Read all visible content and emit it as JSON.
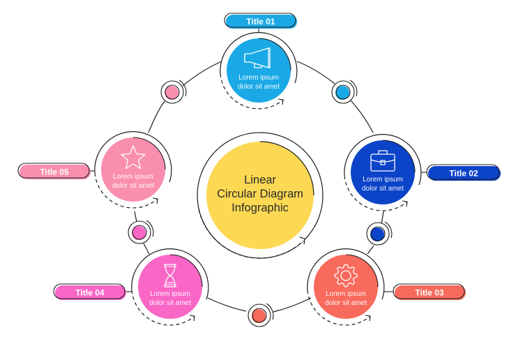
{
  "center": {
    "lines": [
      "Linear",
      "Circular Diagram",
      "Infographic"
    ],
    "color": "#FDD853"
  },
  "steps": [
    {
      "title": "Title 01",
      "text_lines": [
        "Lorem ipsum",
        "dolor sit amet"
      ],
      "icon": "megaphone-icon",
      "color": "#1AA9E6"
    },
    {
      "title": "Title 02",
      "text_lines": [
        "Lorem ipsum",
        "dolor sit amet"
      ],
      "icon": "briefcase-icon",
      "color": "#0B43C9"
    },
    {
      "title": "Title 03",
      "text_lines": [
        "Lorem ipsum",
        "dolor sit amet"
      ],
      "icon": "gear-icon",
      "color": "#F86A5C"
    },
    {
      "title": "Title 04",
      "text_lines": [
        "Lorem ipsum",
        "dolor sit amet"
      ],
      "icon": "hourglass-icon",
      "color": "#F966C6"
    },
    {
      "title": "Title 05",
      "text_lines": [
        "Lorem ipsum",
        "dolor sit amet"
      ],
      "icon": "star-icon",
      "color": "#FA8EAE"
    }
  ],
  "connectors": [
    {
      "between": [
        "Title 05",
        "Title 01"
      ],
      "color": "#FA8EAE"
    },
    {
      "between": [
        "Title 01",
        "Title 02"
      ],
      "color": "#1AA9E6"
    },
    {
      "between": [
        "Title 02",
        "Title 03"
      ],
      "color": "#0B43C9"
    },
    {
      "between": [
        "Title 03",
        "Title 04"
      ],
      "color": "#F86A5C"
    },
    {
      "between": [
        "Title 04",
        "Title 05"
      ],
      "color": "#F966C6"
    }
  ],
  "stroke_color": "#1c1c1c"
}
